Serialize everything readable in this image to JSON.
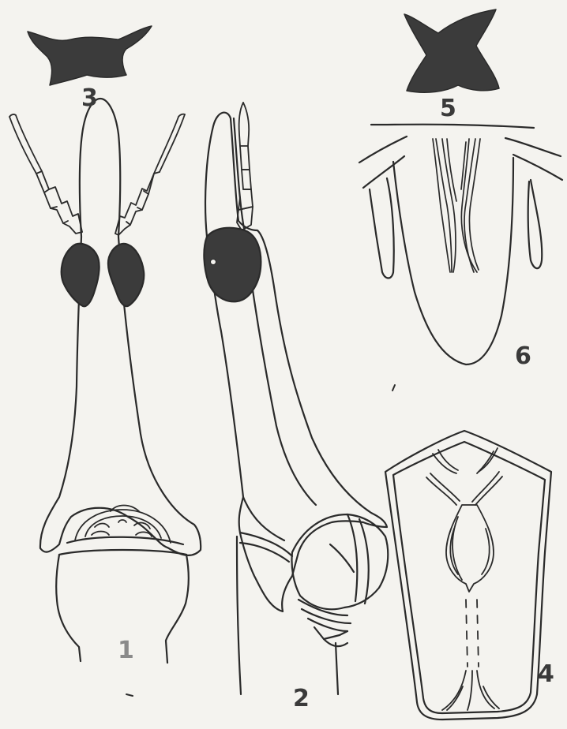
{
  "figures": {
    "fig1": {
      "label": "1"
    },
    "fig2": {
      "label": "2"
    },
    "fig3": {
      "label": "3"
    },
    "fig4": {
      "label": "4"
    },
    "fig5": {
      "label": "5"
    },
    "fig6": {
      "label": "6"
    }
  },
  "colors": {
    "ink": "#2a2a2a",
    "fill_dark": "#3b3b3b",
    "paper": "#f4f3ef"
  }
}
